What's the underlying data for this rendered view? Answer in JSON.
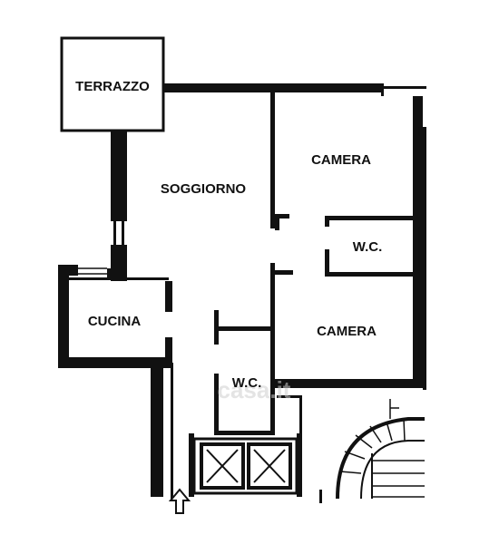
{
  "rooms": {
    "terrazzo": "TERRAZZO",
    "soggiorno": "SOGGIORNO",
    "camera_top": "CAMERA",
    "wc_right": "W.C.",
    "cucina": "CUCINA",
    "camera_bottom": "CAMERA",
    "wc_bottom": "W.C."
  },
  "watermark": "casa.it",
  "colors": {
    "wall": "#111111",
    "background": "#ffffff"
  },
  "icons": {
    "entrance": "arrow-up-icon",
    "staircase": "spiral-staircase-icon",
    "elevator": "elevator-shaft-icon"
  }
}
